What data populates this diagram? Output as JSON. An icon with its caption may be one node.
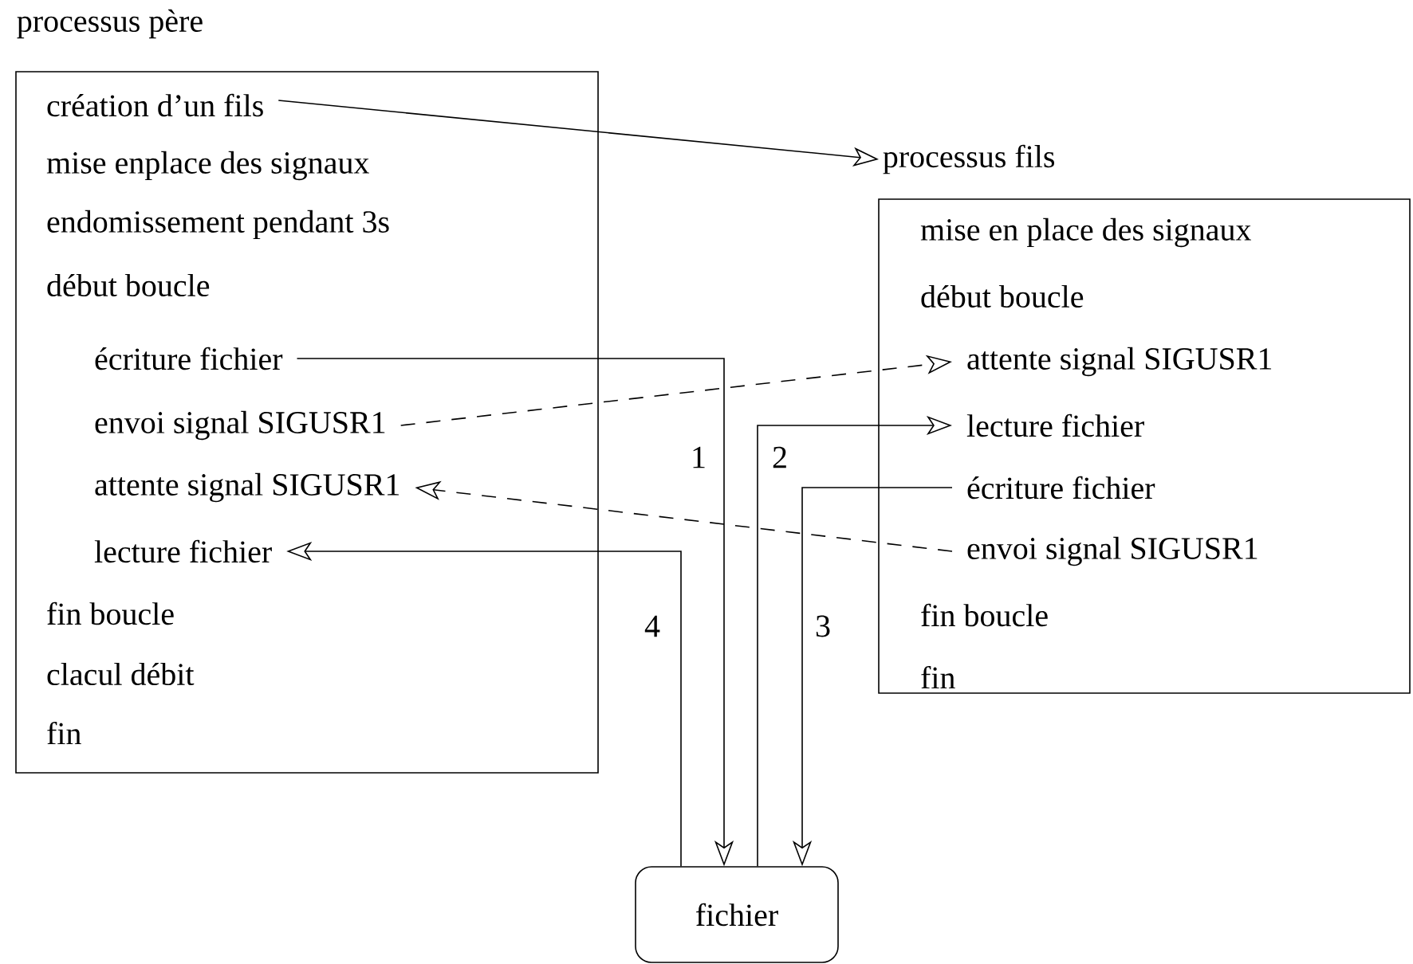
{
  "diagram": {
    "nodes": [
      {
        "text": [
          "processus père"
        ]
      },
      {
        "text": [
          "création d’un fils"
        ],
        "in": 0
      },
      {
        "text": [
          "mise enplace des signaux"
        ],
        "in": 0
      },
      {
        "text": [
          "endomissement pendant 3s"
        ],
        "in": 0
      },
      {
        "text": [
          "début boucle"
        ],
        "in": 0
      },
      {
        "text": [
          "écriture fichier"
        ],
        "in": 0
      },
      {
        "text": [
          "envoi signal SIGUSR1"
        ],
        "in": 0
      },
      {
        "text": [
          "attente signal SIGUSR1"
        ],
        "in": 0
      },
      {
        "text": [
          "lecture fichier"
        ],
        "in": 0
      },
      {
        "text": [
          "fin boucle"
        ],
        "in": 0
      },
      {
        "text": [
          "clacul débit"
        ],
        "in": 0
      },
      {
        "text": [
          "fin"
        ],
        "in": 0
      },
      {
        "text": [
          "processus fils"
        ]
      },
      {
        "text": [
          "mise en place des signaux"
        ],
        "in": 12
      },
      {
        "text": [
          "début boucle"
        ],
        "in": 12
      },
      {
        "text": [
          "attente signal SIGUSR1"
        ],
        "in": 12
      },
      {
        "text": [
          "lecture fichier"
        ],
        "in": 12
      },
      {
        "text": [
          "écriture fichier"
        ],
        "in": 12
      },
      {
        "text": [
          "envoi signal SIGUSR1"
        ],
        "in": 12
      },
      {
        "text": [
          "fin boucle"
        ],
        "in": 12
      },
      {
        "text": [
          "fin"
        ],
        "in": 12
      },
      {
        "text": [
          "fichier"
        ]
      }
    ],
    "edges": [
      {
        "from": 1,
        "to": 12,
        "arrow": "to"
      },
      {
        "from": 5,
        "to": 21,
        "arrow": "to",
        "label": "1"
      },
      {
        "from": 6,
        "to": 15,
        "arrow": "to",
        "style": "dashed"
      },
      {
        "from": 21,
        "to": 16,
        "arrow": "to",
        "label": "2"
      },
      {
        "from": 17,
        "to": 21,
        "arrow": "to",
        "label": "3"
      },
      {
        "from": 18,
        "to": 7,
        "arrow": "to",
        "style": "dashed"
      },
      {
        "from": 21,
        "to": 8,
        "arrow": "to",
        "label": "4"
      }
    ]
  }
}
